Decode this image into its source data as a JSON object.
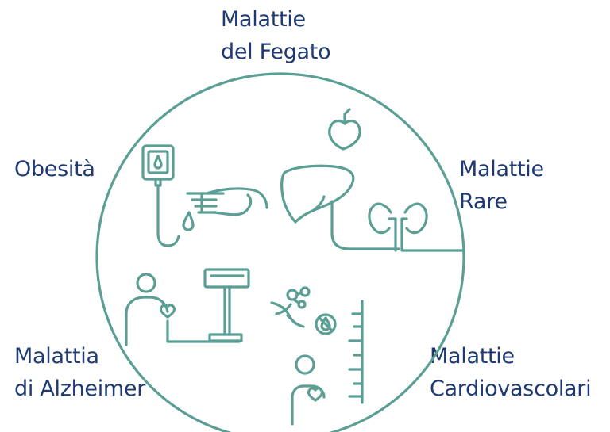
{
  "colors": {
    "text": "#1f3a73",
    "stroke": "#5a9e94",
    "background": "#ffffff"
  },
  "labels": {
    "fegato": [
      "Malattie",
      "del Fegato"
    ],
    "obesita": [
      "Obesità"
    ],
    "rare": [
      "Malattie",
      "Rare"
    ],
    "alzheimer": [
      "Malattia",
      "di Alzheimer"
    ],
    "cardio": [
      "Malattie",
      "Cardiovascolari"
    ]
  },
  "icons": [
    "blood-test-machine-icon",
    "pointing-hand-icon",
    "blood-drop-icon",
    "heart-icon",
    "liver-icon",
    "kidneys-icon",
    "person-with-heart-icon",
    "scale-icon",
    "molecule-icon",
    "dna-icon",
    "no-drop-icon",
    "measuring-ruler-icon"
  ]
}
